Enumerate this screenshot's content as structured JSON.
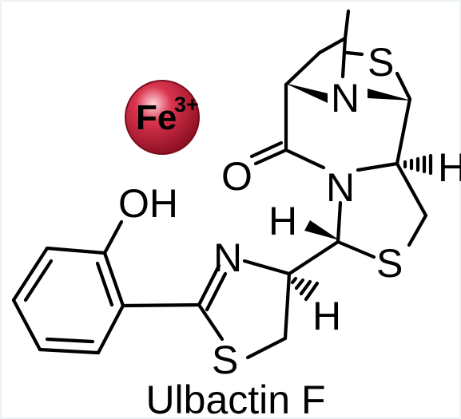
{
  "ion": {
    "element": "Fe",
    "charge": "3+",
    "color": "#c21b35"
  },
  "atoms": {
    "S_bridge": "S",
    "N_bridge": "N",
    "O_carbonyl": "O",
    "N_amide": "N",
    "H_right": "H",
    "H_aminal": "H",
    "S_thiazolidine": "S",
    "OH": "OH",
    "N_thiazoline": "N",
    "S_thiazoline": "S",
    "H_thiazoline": "H"
  },
  "caption": "Ulbactin F"
}
